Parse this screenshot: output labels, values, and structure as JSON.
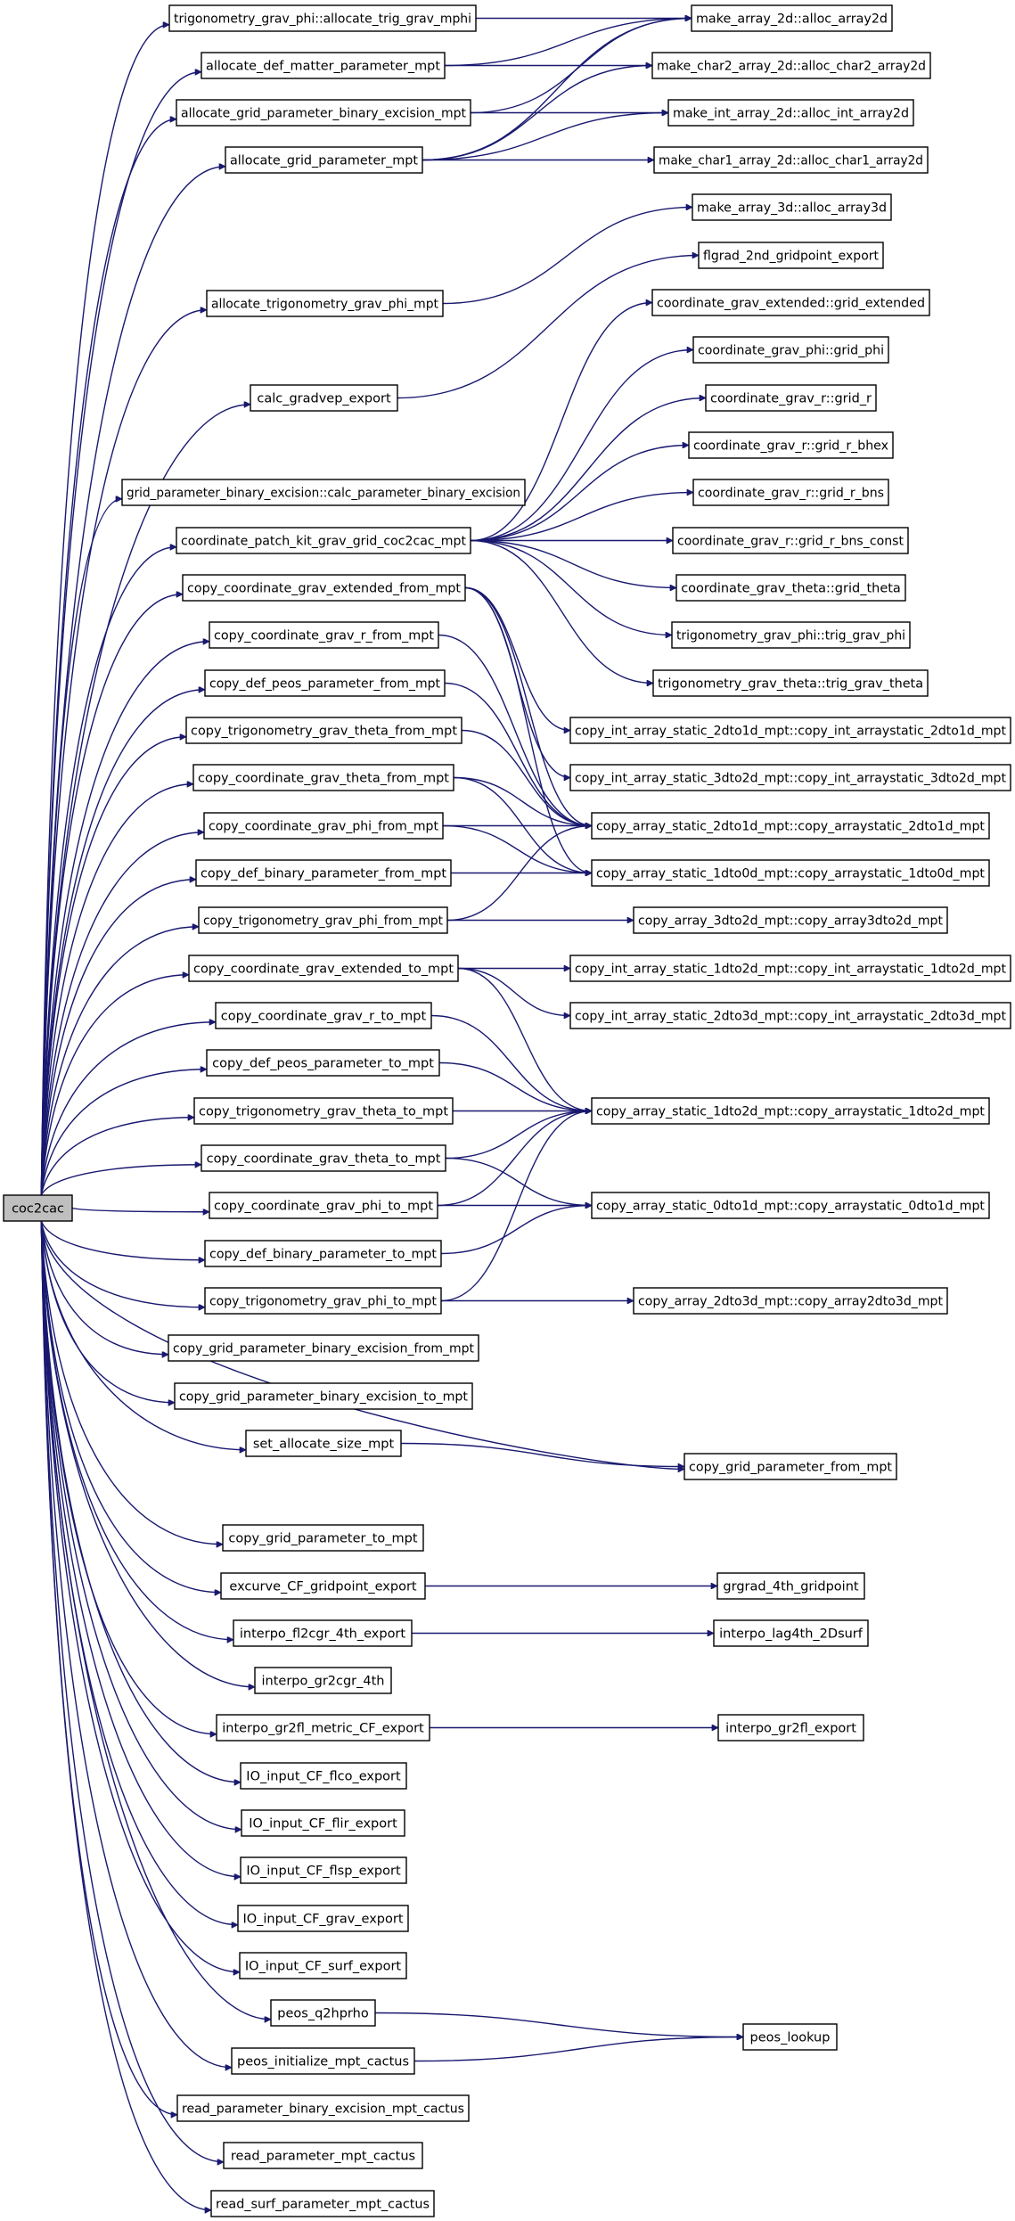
{
  "root": "coc2cac",
  "nodes": [
    {
      "id": "root",
      "label": "coc2cac"
    },
    {
      "id": "c1",
      "label": "trigonometry_grav_phi::allocate_trig_grav_mphi"
    },
    {
      "id": "c2",
      "label": "allocate_def_matter_parameter_mpt"
    },
    {
      "id": "c3",
      "label": "allocate_grid_parameter_binary_excision_mpt"
    },
    {
      "id": "c4",
      "label": "allocate_grid_parameter_mpt"
    },
    {
      "id": "c5",
      "label": "allocate_trigonometry_grav_phi_mpt"
    },
    {
      "id": "c6",
      "label": "calc_gradvep_export"
    },
    {
      "id": "c7",
      "label": "grid_parameter_binary_excision::calc_parameter_binary_excision"
    },
    {
      "id": "c8",
      "label": "coordinate_patch_kit_grav_grid_coc2cac_mpt"
    },
    {
      "id": "c9",
      "label": "copy_coordinate_grav_extended_from_mpt"
    },
    {
      "id": "c10",
      "label": "copy_coordinate_grav_r_from_mpt"
    },
    {
      "id": "c11",
      "label": "copy_def_peos_parameter_from_mpt"
    },
    {
      "id": "c12",
      "label": "copy_trigonometry_grav_theta_from_mpt"
    },
    {
      "id": "c13",
      "label": "copy_coordinate_grav_theta_from_mpt"
    },
    {
      "id": "c14",
      "label": "copy_coordinate_grav_phi_from_mpt"
    },
    {
      "id": "c15",
      "label": "copy_def_binary_parameter_from_mpt"
    },
    {
      "id": "c16",
      "label": "copy_trigonometry_grav_phi_from_mpt"
    },
    {
      "id": "c17",
      "label": "copy_coordinate_grav_extended_to_mpt"
    },
    {
      "id": "c18",
      "label": "copy_coordinate_grav_r_to_mpt"
    },
    {
      "id": "c19",
      "label": "copy_def_peos_parameter_to_mpt"
    },
    {
      "id": "c20",
      "label": "copy_trigonometry_grav_theta_to_mpt"
    },
    {
      "id": "c21",
      "label": "copy_coordinate_grav_theta_to_mpt"
    },
    {
      "id": "c22",
      "label": "copy_coordinate_grav_phi_to_mpt"
    },
    {
      "id": "c23",
      "label": "copy_def_binary_parameter_to_mpt"
    },
    {
      "id": "c24",
      "label": "copy_trigonometry_grav_phi_to_mpt"
    },
    {
      "id": "c25",
      "label": "copy_grid_parameter_binary_excision_from_mpt"
    },
    {
      "id": "c26",
      "label": "copy_grid_parameter_binary_excision_to_mpt"
    },
    {
      "id": "c27",
      "label": "set_allocate_size_mpt"
    },
    {
      "id": "c28",
      "label": "copy_grid_parameter_to_mpt"
    },
    {
      "id": "c29",
      "label": "excurve_CF_gridpoint_export"
    },
    {
      "id": "c30",
      "label": "interpo_fl2cgr_4th_export"
    },
    {
      "id": "c31",
      "label": "interpo_gr2cgr_4th"
    },
    {
      "id": "c32",
      "label": "interpo_gr2fl_metric_CF_export"
    },
    {
      "id": "c33",
      "label": "IO_input_CF_flco_export"
    },
    {
      "id": "c34",
      "label": "IO_input_CF_flir_export"
    },
    {
      "id": "c35",
      "label": "IO_input_CF_flsp_export"
    },
    {
      "id": "c36",
      "label": "IO_input_CF_grav_export"
    },
    {
      "id": "c37",
      "label": "IO_input_CF_surf_export"
    },
    {
      "id": "c38",
      "label": "peos_q2hprho"
    },
    {
      "id": "c39",
      "label": "peos_initialize_mpt_cactus"
    },
    {
      "id": "c40",
      "label": "read_parameter_binary_excision_mpt_cactus"
    },
    {
      "id": "c41",
      "label": "read_parameter_mpt_cactus"
    },
    {
      "id": "c42",
      "label": "read_surf_parameter_mpt_cactus"
    },
    {
      "id": "r1",
      "label": "make_array_2d::alloc_array2d"
    },
    {
      "id": "r2",
      "label": "make_char2_array_2d::alloc_char2_array2d"
    },
    {
      "id": "r3",
      "label": "make_int_array_2d::alloc_int_array2d"
    },
    {
      "id": "r4",
      "label": "make_char1_array_2d::alloc_char1_array2d"
    },
    {
      "id": "r5",
      "label": "make_array_3d::alloc_array3d"
    },
    {
      "id": "r6",
      "label": "flgrad_2nd_gridpoint_export"
    },
    {
      "id": "r7",
      "label": "coordinate_grav_extended::grid_extended"
    },
    {
      "id": "r8",
      "label": "coordinate_grav_phi::grid_phi"
    },
    {
      "id": "r9",
      "label": "coordinate_grav_r::grid_r"
    },
    {
      "id": "r10",
      "label": "coordinate_grav_r::grid_r_bhex"
    },
    {
      "id": "r11",
      "label": "coordinate_grav_r::grid_r_bns"
    },
    {
      "id": "r12",
      "label": "coordinate_grav_r::grid_r_bns_const"
    },
    {
      "id": "r13",
      "label": "coordinate_grav_theta::grid_theta"
    },
    {
      "id": "r14",
      "label": "trigonometry_grav_phi::trig_grav_phi"
    },
    {
      "id": "r15",
      "label": "trigonometry_grav_theta::trig_grav_theta"
    },
    {
      "id": "r16",
      "label": "copy_int_array_static_2dto1d_mpt::copy_int_arraystatic_2dto1d_mpt"
    },
    {
      "id": "r17",
      "label": "copy_int_array_static_3dto2d_mpt::copy_int_arraystatic_3dto2d_mpt"
    },
    {
      "id": "r18",
      "label": "copy_array_static_2dto1d_mpt::copy_arraystatic_2dto1d_mpt"
    },
    {
      "id": "r19",
      "label": "copy_array_static_1dto0d_mpt::copy_arraystatic_1dto0d_mpt"
    },
    {
      "id": "r20",
      "label": "copy_array_3dto2d_mpt::copy_array3dto2d_mpt"
    },
    {
      "id": "r21",
      "label": "copy_int_array_static_1dto2d_mpt::copy_int_arraystatic_1dto2d_mpt"
    },
    {
      "id": "r22",
      "label": "copy_int_array_static_2dto3d_mpt::copy_int_arraystatic_2dto3d_mpt"
    },
    {
      "id": "r23",
      "label": "copy_array_static_1dto2d_mpt::copy_arraystatic_1dto2d_mpt"
    },
    {
      "id": "r24",
      "label": "copy_array_static_0dto1d_mpt::copy_arraystatic_0dto1d_mpt"
    },
    {
      "id": "r25",
      "label": "copy_array_2dto3d_mpt::copy_array2dto3d_mpt"
    },
    {
      "id": "r26",
      "label": "copy_grid_parameter_from_mpt"
    },
    {
      "id": "r27",
      "label": "grgrad_4th_gridpoint"
    },
    {
      "id": "r28",
      "label": "interpo_lag4th_2Dsurf"
    },
    {
      "id": "r29",
      "label": "interpo_gr2fl_export"
    },
    {
      "id": "r30",
      "label": "peos_lookup"
    }
  ],
  "edges": [
    [
      "root",
      "c1"
    ],
    [
      "root",
      "c2"
    ],
    [
      "root",
      "c3"
    ],
    [
      "root",
      "c4"
    ],
    [
      "root",
      "c5"
    ],
    [
      "root",
      "c6"
    ],
    [
      "root",
      "c7"
    ],
    [
      "root",
      "c8"
    ],
    [
      "root",
      "c9"
    ],
    [
      "root",
      "c10"
    ],
    [
      "root",
      "c11"
    ],
    [
      "root",
      "c12"
    ],
    [
      "root",
      "c13"
    ],
    [
      "root",
      "c14"
    ],
    [
      "root",
      "c15"
    ],
    [
      "root",
      "c16"
    ],
    [
      "root",
      "c17"
    ],
    [
      "root",
      "c18"
    ],
    [
      "root",
      "c19"
    ],
    [
      "root",
      "c20"
    ],
    [
      "root",
      "c21"
    ],
    [
      "root",
      "c22"
    ],
    [
      "root",
      "c23"
    ],
    [
      "root",
      "c24"
    ],
    [
      "root",
      "c25"
    ],
    [
      "root",
      "c26"
    ],
    [
      "root",
      "c27"
    ],
    [
      "root",
      "r26"
    ],
    [
      "root",
      "c28"
    ],
    [
      "root",
      "c29"
    ],
    [
      "root",
      "c30"
    ],
    [
      "root",
      "c31"
    ],
    [
      "root",
      "c32"
    ],
    [
      "root",
      "c33"
    ],
    [
      "root",
      "c34"
    ],
    [
      "root",
      "c35"
    ],
    [
      "root",
      "c36"
    ],
    [
      "root",
      "c37"
    ],
    [
      "root",
      "c38"
    ],
    [
      "root",
      "c39"
    ],
    [
      "root",
      "c40"
    ],
    [
      "root",
      "c41"
    ],
    [
      "root",
      "c42"
    ],
    [
      "c1",
      "r1"
    ],
    [
      "c2",
      "r1"
    ],
    [
      "c2",
      "r2"
    ],
    [
      "c3",
      "r1"
    ],
    [
      "c3",
      "r3"
    ],
    [
      "c4",
      "r1"
    ],
    [
      "c4",
      "r2"
    ],
    [
      "c4",
      "r3"
    ],
    [
      "c4",
      "r4"
    ],
    [
      "c5",
      "r5"
    ],
    [
      "c6",
      "r6"
    ],
    [
      "c8",
      "r7"
    ],
    [
      "c8",
      "r8"
    ],
    [
      "c8",
      "r9"
    ],
    [
      "c8",
      "r10"
    ],
    [
      "c8",
      "r11"
    ],
    [
      "c8",
      "r12"
    ],
    [
      "c8",
      "r13"
    ],
    [
      "c8",
      "r14"
    ],
    [
      "c8",
      "r15"
    ],
    [
      "c9",
      "r16"
    ],
    [
      "c9",
      "r17"
    ],
    [
      "c9",
      "r18"
    ],
    [
      "c9",
      "r19"
    ],
    [
      "c10",
      "r18"
    ],
    [
      "c11",
      "r18"
    ],
    [
      "c12",
      "r18"
    ],
    [
      "c13",
      "r18"
    ],
    [
      "c13",
      "r19"
    ],
    [
      "c14",
      "r18"
    ],
    [
      "c14",
      "r19"
    ],
    [
      "c15",
      "r19"
    ],
    [
      "c16",
      "r18"
    ],
    [
      "c16",
      "r20"
    ],
    [
      "c17",
      "r21"
    ],
    [
      "c17",
      "r22"
    ],
    [
      "c17",
      "r23"
    ],
    [
      "c18",
      "r23"
    ],
    [
      "c19",
      "r23"
    ],
    [
      "c20",
      "r23"
    ],
    [
      "c21",
      "r23"
    ],
    [
      "c21",
      "r24"
    ],
    [
      "c22",
      "r23"
    ],
    [
      "c22",
      "r24"
    ],
    [
      "c23",
      "r24"
    ],
    [
      "c24",
      "r23"
    ],
    [
      "c24",
      "r25"
    ],
    [
      "c27",
      "r26"
    ],
    [
      "c29",
      "r27"
    ],
    [
      "c30",
      "r28"
    ],
    [
      "c32",
      "r29"
    ],
    [
      "c38",
      "r30"
    ],
    [
      "c39",
      "r30"
    ]
  ]
}
